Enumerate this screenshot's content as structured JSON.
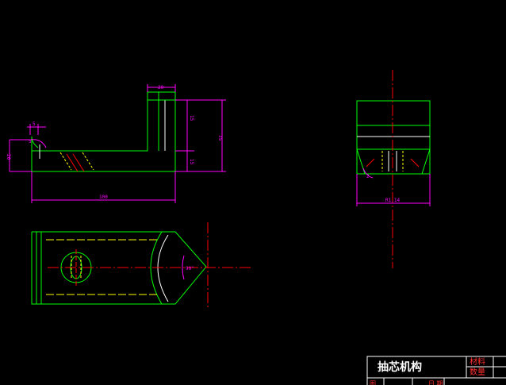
{
  "colors": {
    "background": "#000000",
    "outline": "#00ff00",
    "hidden": "#ffff00",
    "center": "#ff0000",
    "dimension": "#ff00ff",
    "section": "#ff0000",
    "title_text": "#ffffff",
    "label_text": "#ff3030"
  },
  "dimensions": {
    "top_width": "20",
    "right_upper": "15",
    "right_total": "35",
    "right_lower": "15",
    "left_height": "20",
    "slot_small": "5",
    "chamfer_tag": "5",
    "overall_length": "100",
    "side_width": "R1.14",
    "side_angle": "2",
    "plan_angle": "90°"
  },
  "title_block": {
    "title": "抽芯机构",
    "material_label": "材料",
    "quantity_label": "数量",
    "row_label": "日 期",
    "corner_label": "图"
  }
}
